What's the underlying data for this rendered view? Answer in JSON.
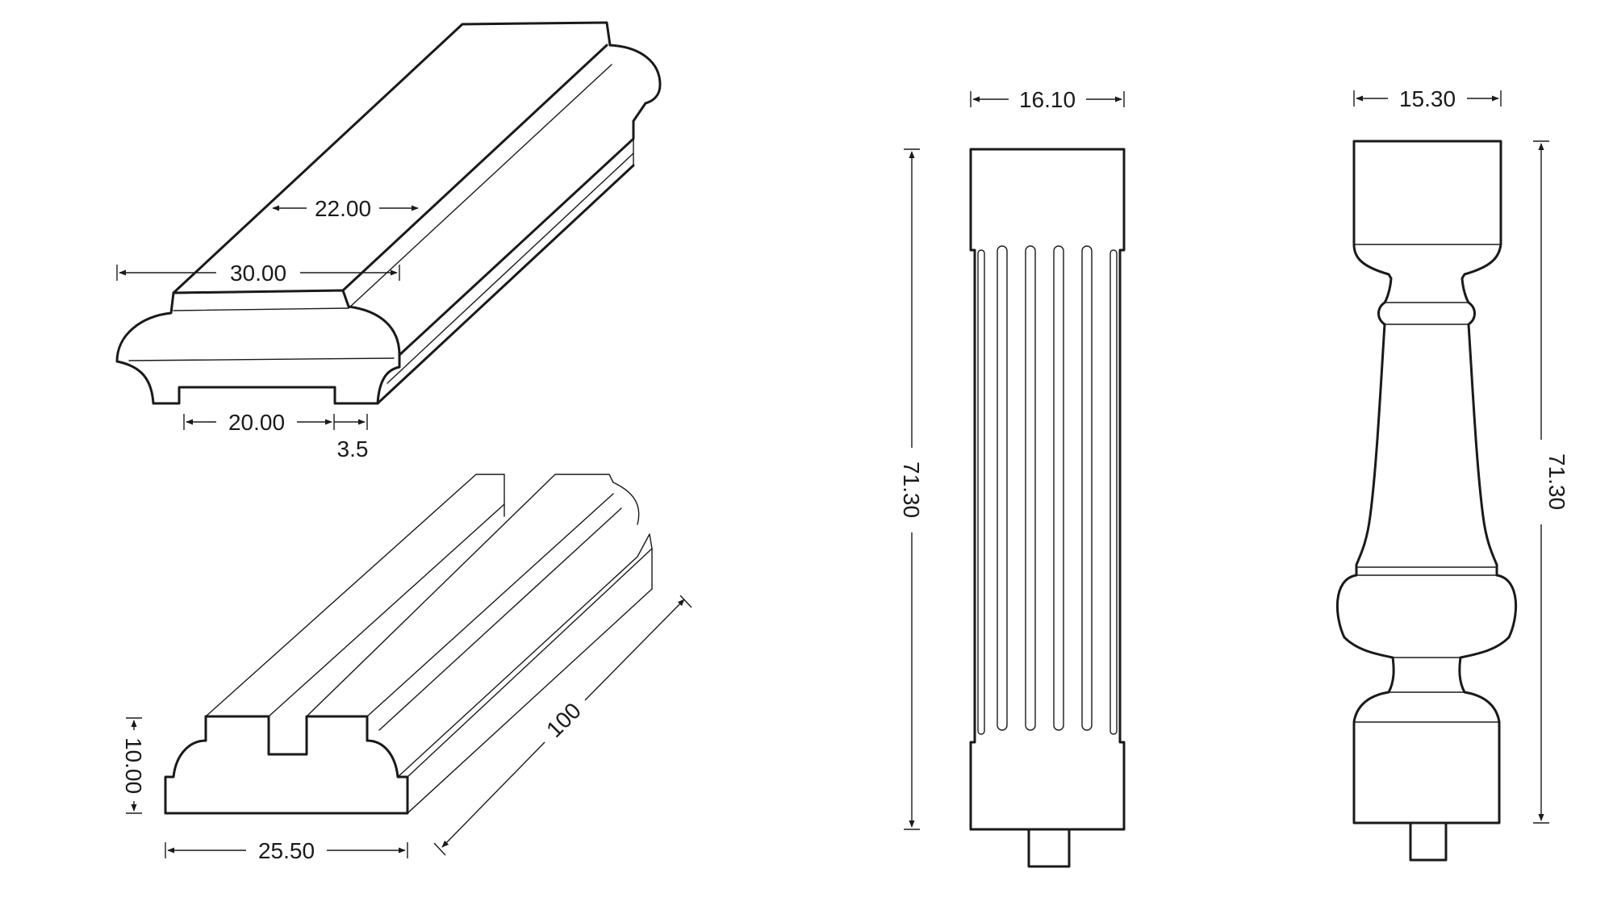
{
  "parts": {
    "handrail": {
      "top_width": "22.00",
      "overall_width": "30.00",
      "groove_width": "20.00",
      "edge_width": "3.5"
    },
    "base_rail": {
      "height": "10.00",
      "width": "25.50",
      "length": "100"
    },
    "square_baluster": {
      "width": "16.10",
      "height": "71.30"
    },
    "turned_baluster": {
      "width": "15.30",
      "height": "71.30"
    }
  },
  "colors": {
    "ink": "#1a1a1a",
    "paper": "#ffffff"
  }
}
